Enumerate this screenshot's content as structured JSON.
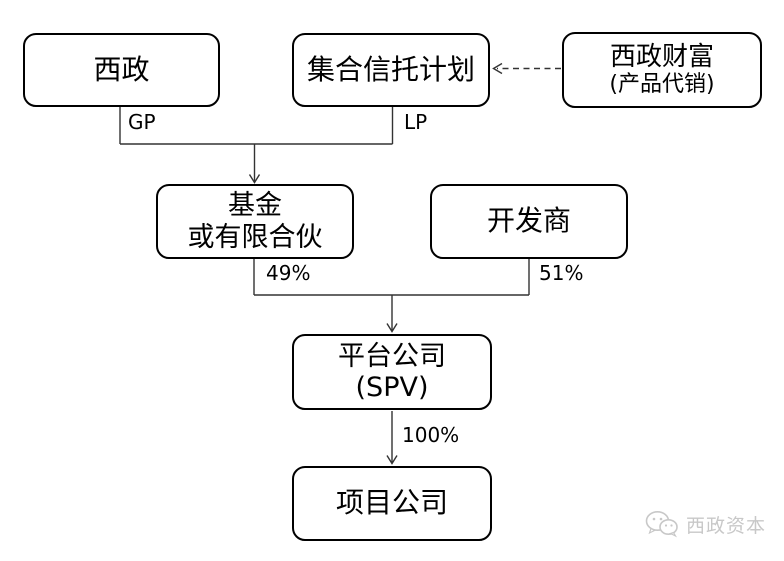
{
  "diagram": {
    "nodes": {
      "xizheng": {
        "label": "西政"
      },
      "trust_plan": {
        "label": "集合信托计划"
      },
      "wealth": {
        "line1": "西政财富",
        "line2": "(产品代销)"
      },
      "fund": {
        "line1": "基金",
        "line2": "或有限合伙"
      },
      "developer": {
        "label": "开发商"
      },
      "platform": {
        "line1": "平台公司",
        "line2": "(SPV)"
      },
      "project": {
        "label": "项目公司"
      }
    },
    "edge_labels": {
      "gp": "GP",
      "lp": "LP",
      "fund_share": "49%",
      "developer_share": "51%",
      "platform_share": "100%"
    },
    "colors": {
      "box_border": "#000000",
      "connector": "#333333",
      "background": "#ffffff",
      "watermark": "#c8c8c8"
    }
  },
  "watermark": {
    "icon": "wechat-icon",
    "text": "西政资本"
  }
}
